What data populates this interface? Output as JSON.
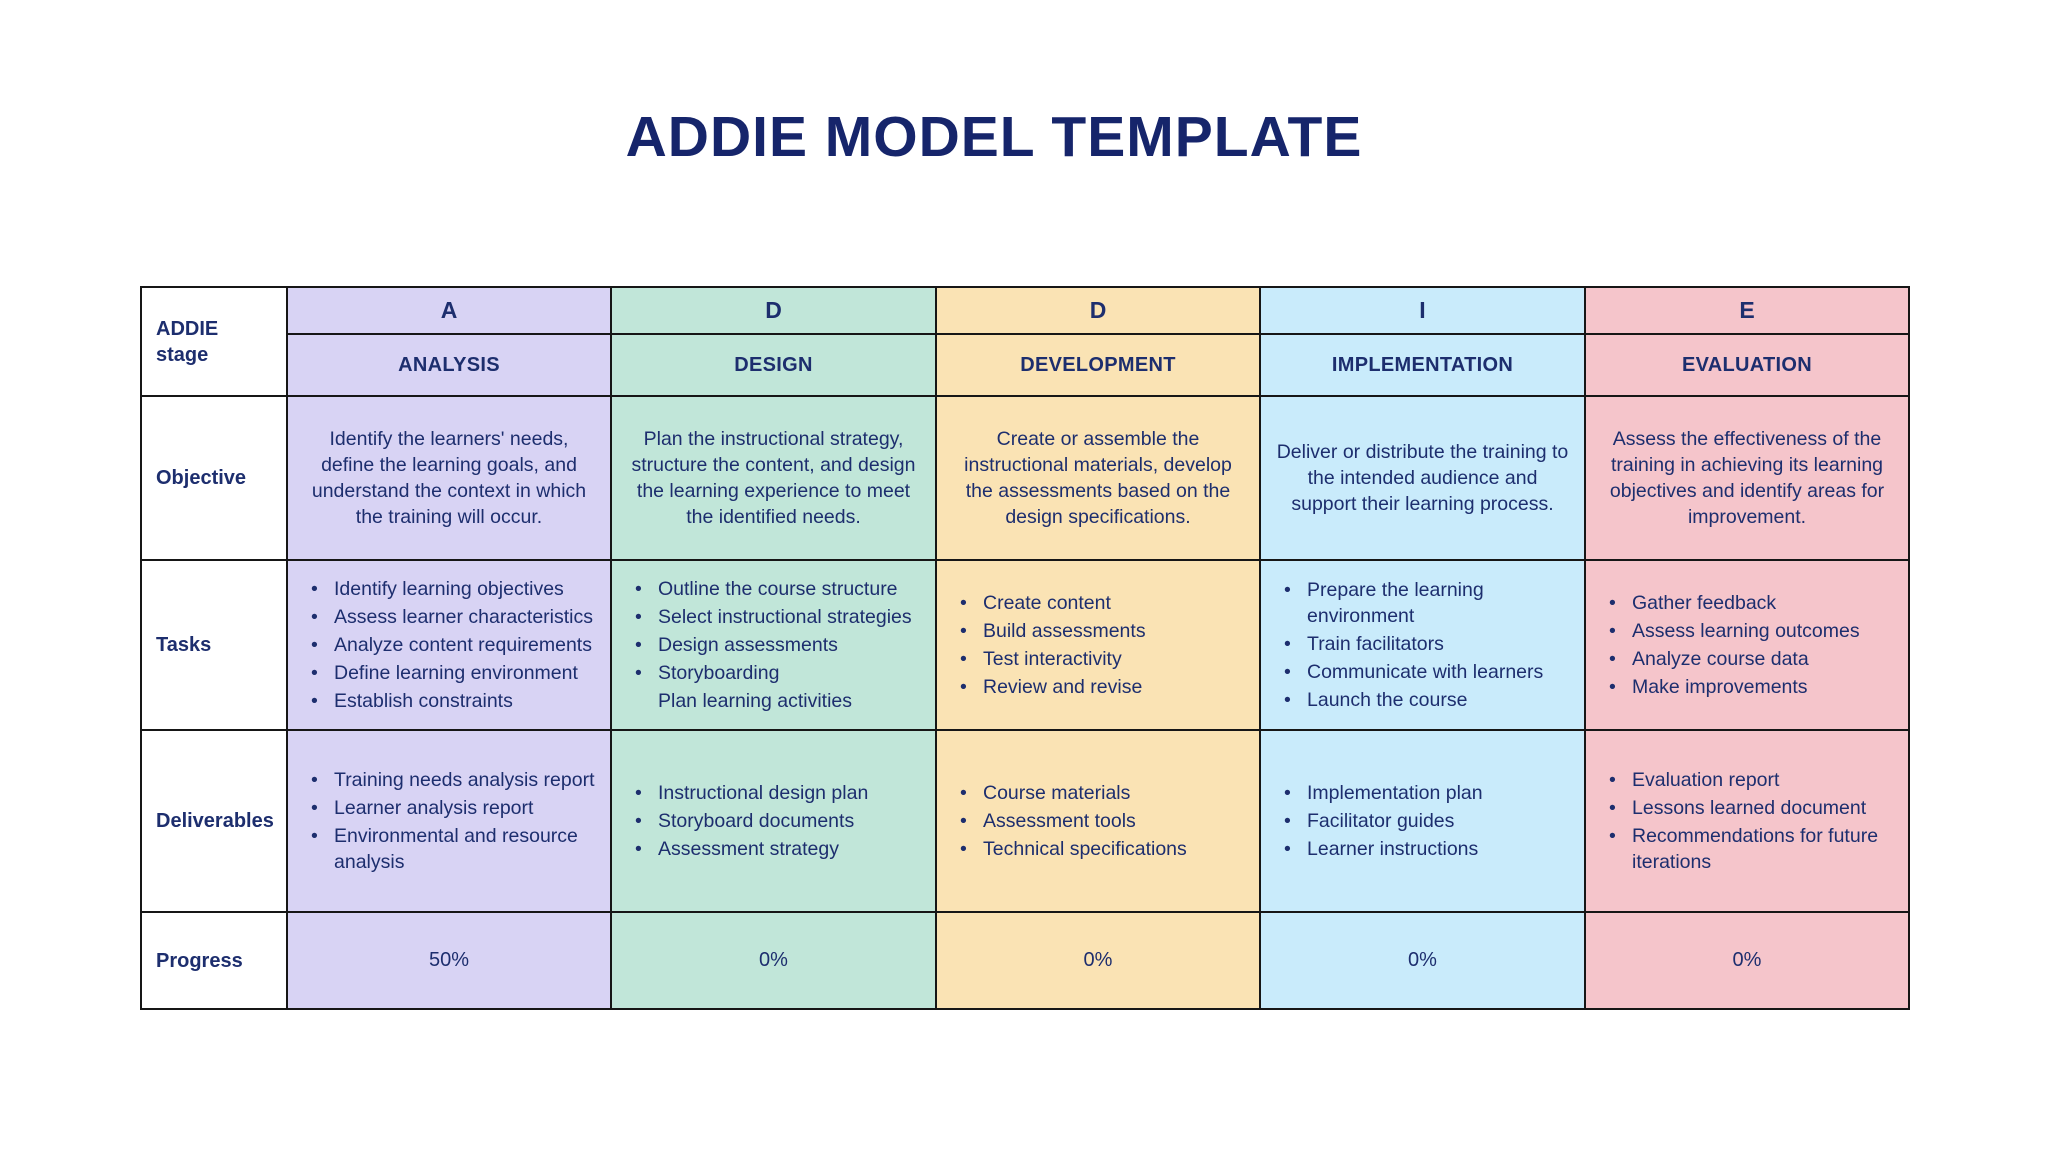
{
  "title": "ADDIE MODEL TEMPLATE",
  "colors": {
    "title_text": "#16256b",
    "body_text": "#1d2e6e",
    "grid_border": "#161616",
    "page_background": "#ffffff"
  },
  "table": {
    "corner_label": "ADDIE stage",
    "row_labels": {
      "objective": "Objective",
      "tasks": "Tasks",
      "deliverables": "Deliverables",
      "progress": "Progress"
    },
    "columns": [
      {
        "letter": "A",
        "name": "ANALYSIS",
        "bg": "#d8d3f4",
        "objective": "Identify the learners' needs, define the learning goals, and understand the context in which the training will occur.",
        "tasks": [
          "Identify learning objectives",
          "Assess learner characteristics",
          "Analyze content requirements",
          "Define learning environment",
          "Establish constraints"
        ],
        "deliverables": [
          "Training needs analysis report",
          "Learner analysis report",
          "Environmental and resource analysis"
        ],
        "progress": "50%"
      },
      {
        "letter": "D",
        "name": "DESIGN",
        "bg": "#c1e6d9",
        "objective": "Plan the instructional strategy, structure the content, and design the learning experience to meet the identified needs.",
        "tasks": [
          "Outline the course structure",
          "Select instructional strategies",
          "Design assessments",
          "Storyboarding",
          "Plan learning activities"
        ],
        "deliverables": [
          "Instructional design plan",
          "Storyboard documents",
          "Assessment strategy"
        ],
        "progress": "0%"
      },
      {
        "letter": "D",
        "name": "DEVELOPMENT",
        "bg": "#fae3b4",
        "objective": "Create or assemble the instructional materials, develop the assessments based on the design specifications.",
        "tasks": [
          "Create content",
          "Build assessments",
          "Test interactivity",
          "Review and revise"
        ],
        "deliverables": [
          "Course materials",
          "Assessment tools",
          "Technical specifications"
        ],
        "progress": "0%"
      },
      {
        "letter": "I",
        "name": "IMPLEMENTATION",
        "bg": "#c9ebfb",
        "objective": "Deliver or distribute the training to the intended audience and support their learning process.",
        "tasks": [
          "Prepare the learning environment",
          "Train facilitators",
          "Communicate with learners",
          "Launch the course"
        ],
        "deliverables": [
          "Implementation plan",
          "Facilitator guides",
          "Learner instructions"
        ],
        "progress": "0%"
      },
      {
        "letter": "E",
        "name": "EVALUATION",
        "bg": "#f5c5cb",
        "objective": "Assess the effectiveness of the training in achieving its learning objectives and identify areas for improvement.",
        "tasks": [
          "Gather feedback",
          "Assess learning outcomes",
          "Analyze course data",
          "Make improvements"
        ],
        "deliverables": [
          "Evaluation report",
          "Lessons learned document",
          "Recommendations for future iterations"
        ],
        "progress": "0%"
      }
    ]
  }
}
